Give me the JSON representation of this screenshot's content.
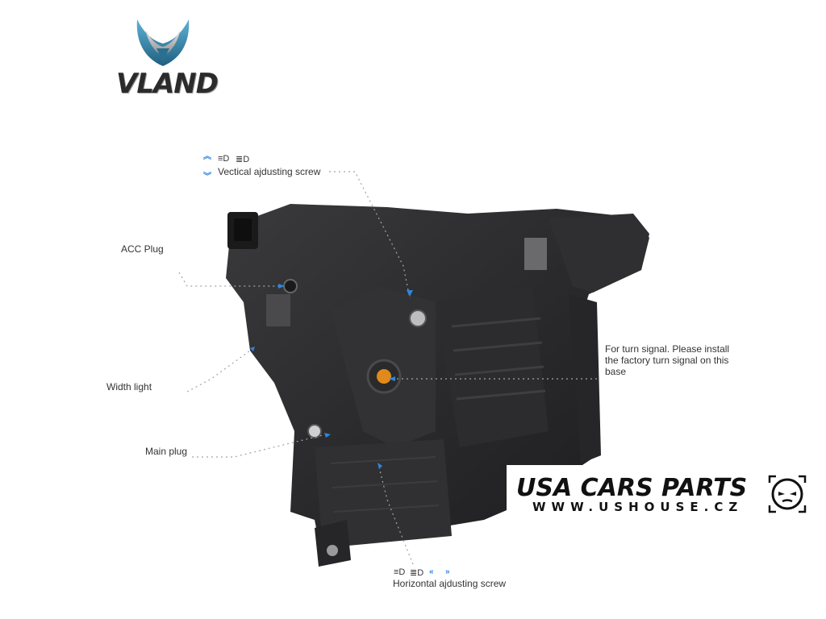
{
  "brand": {
    "name": "VLAND",
    "logo_icon": "vland-emblem-icon",
    "accent_color": "#3a8fb7"
  },
  "callouts": {
    "vertical": "Vectical ajdusting screw",
    "acc_plug": "ACC Plug",
    "width_light": "Width light",
    "main_plug": "Main plug",
    "turn_signal": "For turn signal. Please install the factory turn signal on this base",
    "horizontal": "Horizontal ajdusting screw"
  },
  "icons": {
    "low_beam": "low-beam-icon",
    "high_beam": "high-beam-icon",
    "up_chevrons": "up-chevron-icon",
    "down_chevrons": "down-chevron-icon",
    "left_chevrons": "left-chevron-icon",
    "right_chevrons": "right-chevron-icon",
    "pointer_color": "#2e86de"
  },
  "watermark": {
    "title": "USA CARS PARTS",
    "url": "WWW.USHOUSE.CZ",
    "logo_icon": "angry-face-emblem-icon"
  }
}
